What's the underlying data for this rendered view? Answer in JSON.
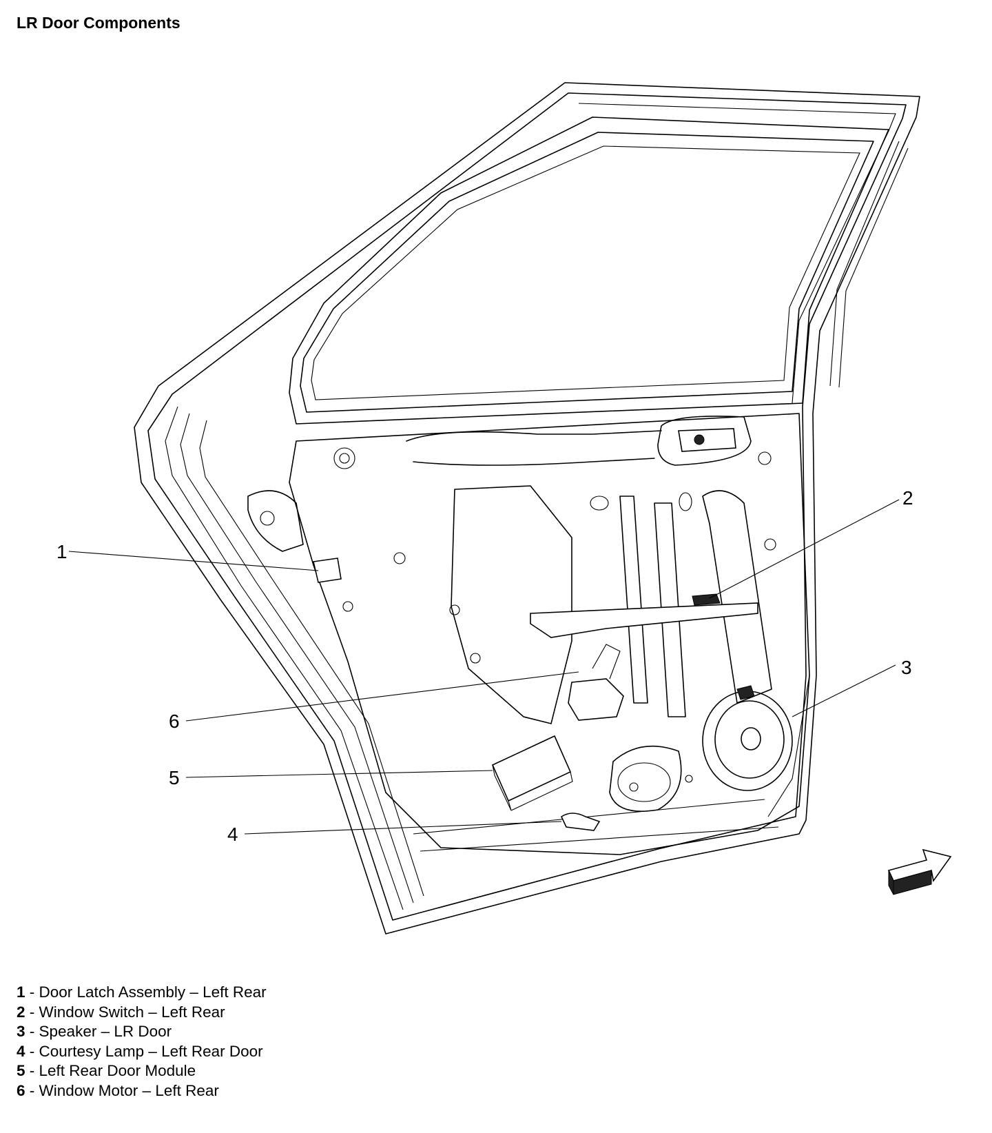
{
  "title": "LR Door Components",
  "callouts": [
    {
      "num": "1",
      "label": "Door Latch Assembly – Left Rear"
    },
    {
      "num": "2",
      "label": "Window Switch – Left Rear"
    },
    {
      "num": "3",
      "label": "Speaker – LR Door"
    },
    {
      "num": "4",
      "label": "Courtesy Lamp – Left Rear Door"
    },
    {
      "num": "5",
      "label": "Left Rear Door Module"
    },
    {
      "num": "6",
      "label": "Window Motor – Left Rear"
    }
  ],
  "separator": " - ",
  "orientation_icon": "forward-arrow-icon"
}
